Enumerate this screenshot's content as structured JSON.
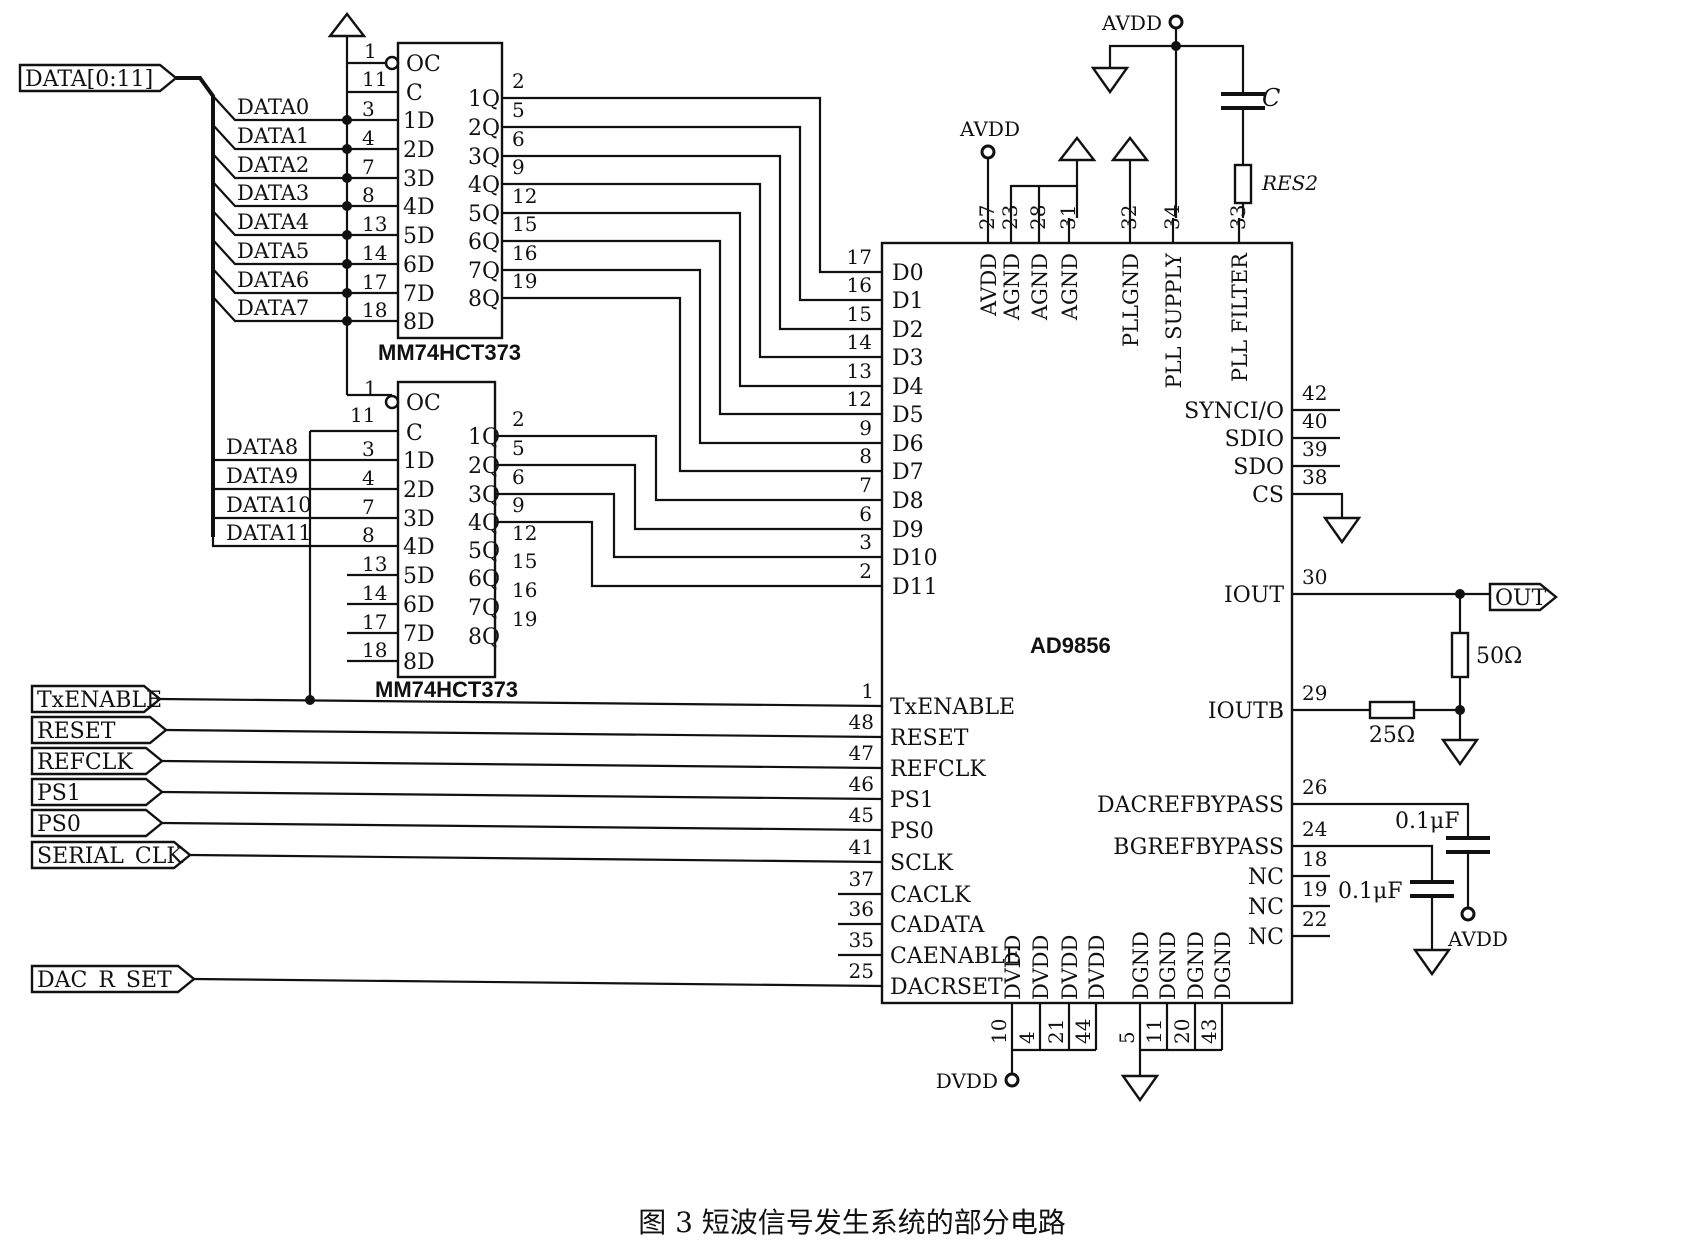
{
  "caption": "图 3  短波信号发生系统的部分电路",
  "bus": {
    "label": "DATA[0:11]"
  },
  "latch1": {
    "part": "MM74HCT373",
    "inputs": [
      {
        "net": "DATA0",
        "pin": "3",
        "name": "1D"
      },
      {
        "net": "DATA1",
        "pin": "4",
        "name": "2D"
      },
      {
        "net": "DATA2",
        "pin": "7",
        "name": "3D"
      },
      {
        "net": "DATA3",
        "pin": "8",
        "name": "4D"
      },
      {
        "net": "DATA4",
        "pin": "13",
        "name": "5D"
      },
      {
        "net": "DATA5",
        "pin": "14",
        "name": "6D"
      },
      {
        "net": "DATA6",
        "pin": "17",
        "name": "7D"
      },
      {
        "net": "DATA7",
        "pin": "18",
        "name": "8D"
      }
    ],
    "outputs": [
      {
        "name": "1Q",
        "pin": "2"
      },
      {
        "name": "2Q",
        "pin": "5"
      },
      {
        "name": "3Q",
        "pin": "6"
      },
      {
        "name": "4Q",
        "pin": "9"
      },
      {
        "name": "5Q",
        "pin": "12"
      },
      {
        "name": "6Q",
        "pin": "15"
      },
      {
        "name": "7Q",
        "pin": "16"
      },
      {
        "name": "8Q",
        "pin": "19"
      }
    ],
    "oc_pin": "1",
    "c_pin": "11"
  },
  "latch2": {
    "part": "MM74HCT373",
    "inputs": [
      {
        "net": "DATA8",
        "pin": "3",
        "name": "1D"
      },
      {
        "net": "DATA9",
        "pin": "4",
        "name": "2D"
      },
      {
        "net": "DATA10",
        "pin": "7",
        "name": "3D"
      },
      {
        "net": "DATA11",
        "pin": "8",
        "name": "4D"
      },
      {
        "net": "",
        "pin": "13",
        "name": "5D"
      },
      {
        "net": "",
        "pin": "14",
        "name": "6D"
      },
      {
        "net": "",
        "pin": "17",
        "name": "7D"
      },
      {
        "net": "",
        "pin": "18",
        "name": "8D"
      }
    ],
    "outputs": [
      {
        "name": "1Q",
        "pin": "2"
      },
      {
        "name": "2Q",
        "pin": "5"
      },
      {
        "name": "3Q",
        "pin": "6"
      },
      {
        "name": "4Q",
        "pin": "9"
      },
      {
        "name": "5Q",
        "pin": "12"
      },
      {
        "name": "6Q",
        "pin": "15"
      },
      {
        "name": "7Q",
        "pin": "16"
      },
      {
        "name": "8Q",
        "pin": "19"
      }
    ],
    "oc_pin": "1",
    "c_pin": "11"
  },
  "pin_labels": {
    "oc": "OC",
    "c": "C"
  },
  "ad9856": {
    "part": "AD9856",
    "d_inputs": [
      {
        "name": "D0",
        "pin": "17"
      },
      {
        "name": "D1",
        "pin": "16"
      },
      {
        "name": "D2",
        "pin": "15"
      },
      {
        "name": "D3",
        "pin": "14"
      },
      {
        "name": "D4",
        "pin": "13"
      },
      {
        "name": "D5",
        "pin": "12"
      },
      {
        "name": "D6",
        "pin": "9"
      },
      {
        "name": "D7",
        "pin": "8"
      },
      {
        "name": "D8",
        "pin": "7"
      },
      {
        "name": "D9",
        "pin": "6"
      },
      {
        "name": "D10",
        "pin": "3"
      },
      {
        "name": "D11",
        "pin": "2"
      }
    ],
    "ctrl_inputs": [
      {
        "name": "TxENABLE",
        "pin": "1",
        "port": "TxENABLE"
      },
      {
        "name": "RESET",
        "pin": "48",
        "port": "RESET"
      },
      {
        "name": "REFCLK",
        "pin": "47",
        "port": "REFCLK"
      },
      {
        "name": "PS1",
        "pin": "46",
        "port": "PS1"
      },
      {
        "name": "PS0",
        "pin": "45",
        "port": "PS0"
      },
      {
        "name": "SCLK",
        "pin": "41",
        "port": "SERIAL_CLK"
      },
      {
        "name": "CACLK",
        "pin": "37",
        "port": ""
      },
      {
        "name": "CADATA",
        "pin": "36",
        "port": ""
      },
      {
        "name": "CAENABLE",
        "pin": "35",
        "port": ""
      },
      {
        "name": "DACRSET",
        "pin": "25",
        "port": "DAC_R_SET"
      }
    ],
    "top_pins": [
      {
        "name": "AVDD",
        "pin": "27"
      },
      {
        "name": "AGND",
        "pin": "23"
      },
      {
        "name": "AGND",
        "pin": "28"
      },
      {
        "name": "AGND",
        "pin": "31"
      },
      {
        "name": "PLLGND",
        "pin": "32"
      },
      {
        "name": "PLL SUPPLY",
        "pin": "34"
      },
      {
        "name": "PLL FILTER",
        "pin": "33"
      }
    ],
    "right_pins": [
      {
        "name": "SYNCI/O",
        "pin": "42"
      },
      {
        "name": "SDIO",
        "pin": "40"
      },
      {
        "name": "SDO",
        "pin": "39"
      },
      {
        "name": "CS",
        "pin": "38"
      },
      {
        "name": "IOUT",
        "pin": "30"
      },
      {
        "name": "IOUTB",
        "pin": "29"
      },
      {
        "name": "DACREFBYPASS",
        "pin": "26"
      },
      {
        "name": "BGREFBYPASS",
        "pin": "24"
      },
      {
        "name": "NC",
        "pin": "18"
      },
      {
        "name": "NC",
        "pin": "19"
      },
      {
        "name": "NC",
        "pin": "22"
      }
    ],
    "bottom_pins": [
      {
        "name": "DVDD",
        "pin": "10"
      },
      {
        "name": "DVDD",
        "pin": "4"
      },
      {
        "name": "DVDD",
        "pin": "21"
      },
      {
        "name": "DVDD",
        "pin": "44"
      },
      {
        "name": "DGND",
        "pin": "5"
      },
      {
        "name": "DGND",
        "pin": "11"
      },
      {
        "name": "DGND",
        "pin": "20"
      },
      {
        "name": "DGND",
        "pin": "43"
      }
    ]
  },
  "passives": {
    "cap_top": "C",
    "res_filter": "RES2",
    "r_out": "50Ω",
    "r_outb": "25Ω",
    "cap1": "0.1μF",
    "cap2": "0.1μF"
  },
  "power": {
    "avdd_top": "AVDD",
    "avdd_pin27": "AVDD",
    "avdd_right": "AVDD",
    "dvdd_bottom": "DVDD"
  },
  "out_port": "OUT"
}
